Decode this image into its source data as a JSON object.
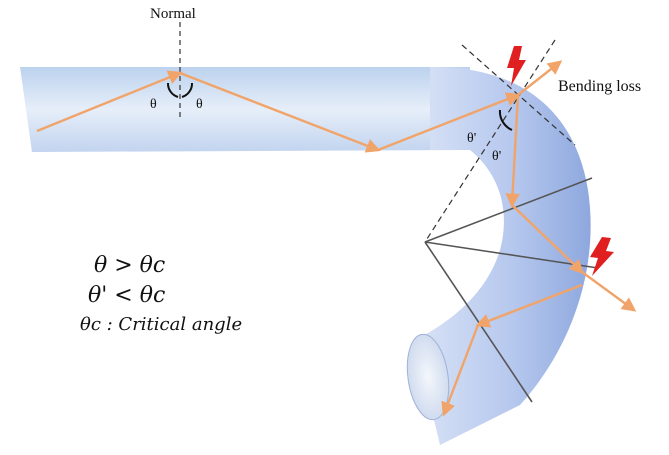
{
  "labels": {
    "normal": "Normal",
    "bending_loss": "Bending loss",
    "theta_left": "θ",
    "theta_right": "θ",
    "theta_prime_1": "θ'",
    "theta_prime_2": "θ'"
  },
  "equations": {
    "line1": "θ > θc",
    "line2": "θ' < θc",
    "line3": "θc : Critical angle"
  },
  "colors": {
    "ray": "#f0a46a",
    "fiber_light": "#dde6f6",
    "fiber_mid": "#aec4ea",
    "fiber_dark": "#8aa6dc",
    "dashed": "#333333",
    "loss_bolt": "#e02020"
  },
  "icons": [
    "lightning-bolt-icon",
    "lightning-bolt-icon"
  ]
}
